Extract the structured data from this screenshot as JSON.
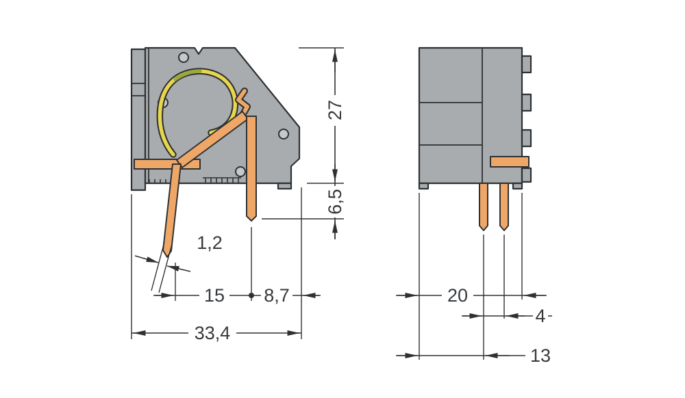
{
  "drawing": {
    "name": "pcb-terminal-block-dimension-drawing",
    "views": {
      "side": {
        "height": "27",
        "pin_length": "6,5",
        "pin_thickness": "1,2",
        "pin_spacing": "15",
        "pin_edge_distance": "8,7",
        "overall_width": "33,4"
      },
      "front": {
        "depth": "20",
        "pin_gap": "4",
        "pin_offset": "13"
      }
    },
    "colors": {
      "housing": "#a9acae",
      "copper": "#efa768",
      "spring_yellow": "#e8d64c",
      "spring_green": "#99a93c",
      "line": "#2e3133",
      "background": "#ffffff"
    }
  }
}
